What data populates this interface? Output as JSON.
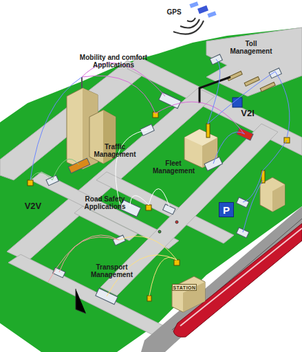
{
  "diagram": {
    "nodes": [
      {
        "text": [
          "P"
        ]
      },
      {
        "text": [
          "STATION"
        ]
      }
    ],
    "labels": [
      "GPS",
      "Toll Management",
      "Mobility and comfort Applications",
      "V2I",
      "Traffic Management",
      "Fleet Management",
      "V2V",
      "Road Safety Applications",
      "Transport Management"
    ]
  }
}
